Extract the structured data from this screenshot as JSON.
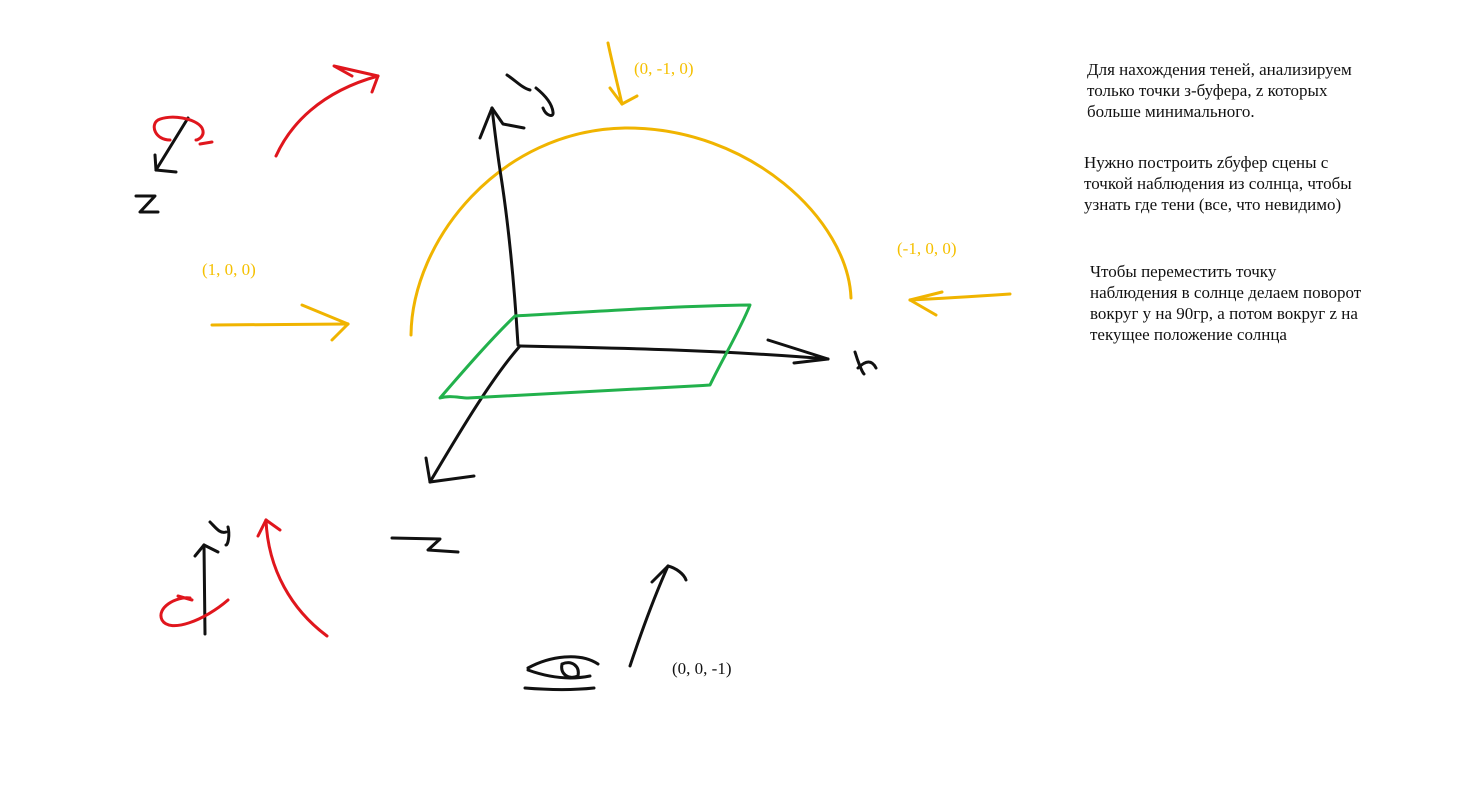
{
  "colors": {
    "black": "#111111",
    "yellow": "#f5c000",
    "red": "#e0161d",
    "green": "#22b14c"
  },
  "coords": {
    "top": "(0, -1, 0)",
    "left": "(1, 0, 0)",
    "right": "(-1, 0, 0)",
    "bottom": "(0, 0, -1)"
  },
  "notes": {
    "note1": [
      "Для нахождения теней, анализируем",
      "только точки з-буфера, z которых",
      "больше минимального."
    ],
    "note2": [
      "Нужно построить zбуфер сцены с",
      "точкой наблюдения из солнца, чтобы",
      "узнать где тени (все, что невидимо)"
    ],
    "note3": [
      "Чтобы переместить точку",
      "наблюдения в солнце делаем поворот",
      "вокруг y на 90гр, а потом вокруг z на",
      "текущее положение солнца"
    ]
  }
}
